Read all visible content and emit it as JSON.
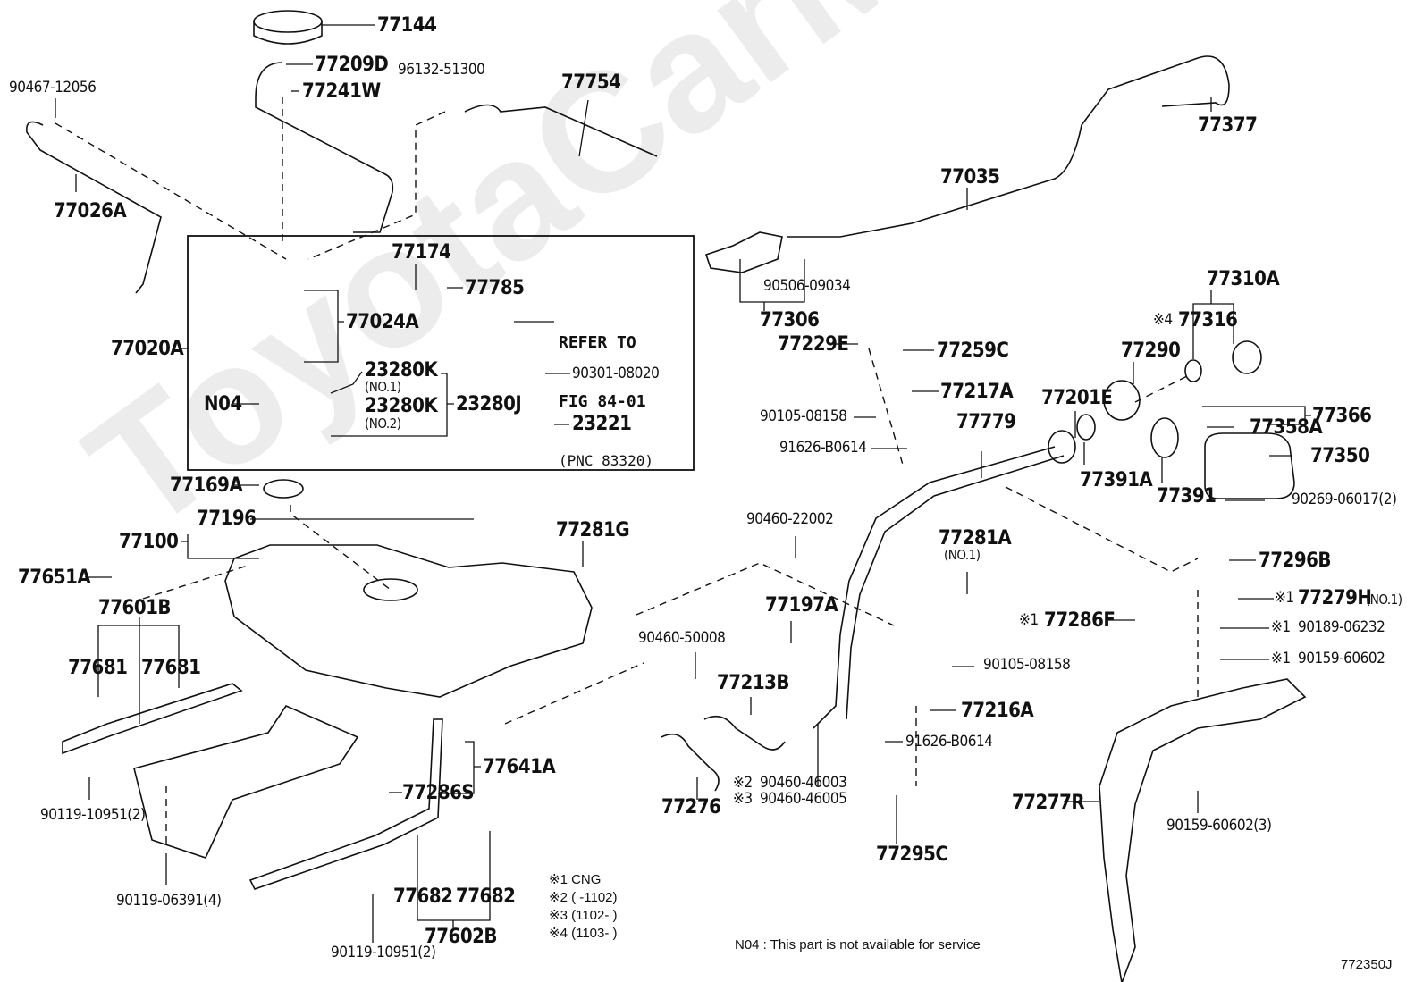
{
  "diagram": {
    "title": "Fuel tank & tube parts diagram",
    "figure_code": "772350J",
    "watermark": "ToyotaCarMine.ru",
    "footnote_n04": "N04 : This part is not available for service",
    "legend": [
      {
        "mark": "※1",
        "text": "CNG"
      },
      {
        "mark": "※2",
        "text": "(    -1102)"
      },
      {
        "mark": "※3",
        "text": "(1102-    )"
      },
      {
        "mark": "※4",
        "text": "(1103-    )"
      }
    ],
    "refer": {
      "line1": "REFER TO",
      "line2": "FIG 84-01",
      "line3": "(PNC 83320)"
    },
    "parts": {
      "p77144": "77144",
      "p77209D": "77209D",
      "p77241W": "77241W",
      "p96132": "96132-51300",
      "p77754": "77754",
      "p90467": "90467-12056",
      "p77026A": "77026A",
      "p77035": "77035",
      "p77377": "77377",
      "p77174": "77174",
      "p77785": "77785",
      "p77024A": "77024A",
      "p77020A": "77020A",
      "p23280K_1": "23280K",
      "p23280K_1n": "(NO.1)",
      "p23280K_2": "23280K",
      "p23280K_2n": "(NO.2)",
      "p23280J": "23280J",
      "pN04": "N04",
      "p90301": "90301-08020",
      "p23221": "23221",
      "p90506": "90506-09034",
      "p77306": "77306",
      "p77229E": "77229E",
      "p77259C": "77259C",
      "p77217A": "77217A",
      "p90105a": "90105-08158",
      "p91626a": "91626-B0614",
      "p77779": "77779",
      "p77201E": "77201E",
      "p77391A": "77391A",
      "p77290": "77290",
      "p77316": "77316",
      "p77316m": "※4",
      "p77310A": "77310A",
      "p77391": "77391",
      "p77366": "77366",
      "p77358A": "77358A",
      "p77350": "77350",
      "p90269": "90269-06017(2)",
      "p77169A": "77169A",
      "p77196": "77196",
      "p77100": "77100",
      "p77651A": "77651A",
      "p77281G": "77281G",
      "p77601B": "77601B",
      "p77681a": "77681",
      "p77681b": "77681",
      "p90119a": "90119-10951(2)",
      "p90119b": "90119-06391(4)",
      "p77641A": "77641A",
      "p77286S": "77286S",
      "p77682a": "77682",
      "p77682b": "77682",
      "p77602B": "77602B",
      "p90119c": "90119-10951(2)",
      "p90460a": "90460-22002",
      "p77281A": "77281A",
      "p77281An": "(NO.1)",
      "p77197A": "77197A",
      "p90460b": "90460-50008",
      "p77213B": "77213B",
      "p77276": "77276",
      "p90460c": "90460-46003",
      "p90460cm": "※2",
      "p90460d": "90460-46005",
      "p90460dm": "※3",
      "p90105b": "90105-08158",
      "p77216A": "77216A",
      "p91626b": "91626-B0614",
      "p77295C": "77295C",
      "p77296B": "77296B",
      "p77279H": "77279H",
      "p77279Hm": "※1",
      "p77279Hn": "(NO.1)",
      "p77286F": "77286F",
      "p77286Fm": "※1",
      "p90189": "90189-06232",
      "p90189m": "※1",
      "p90159a": "90159-60602",
      "p90159am": "※1",
      "p77277R": "77277R",
      "p90159b": "90159-60602(3)"
    }
  }
}
